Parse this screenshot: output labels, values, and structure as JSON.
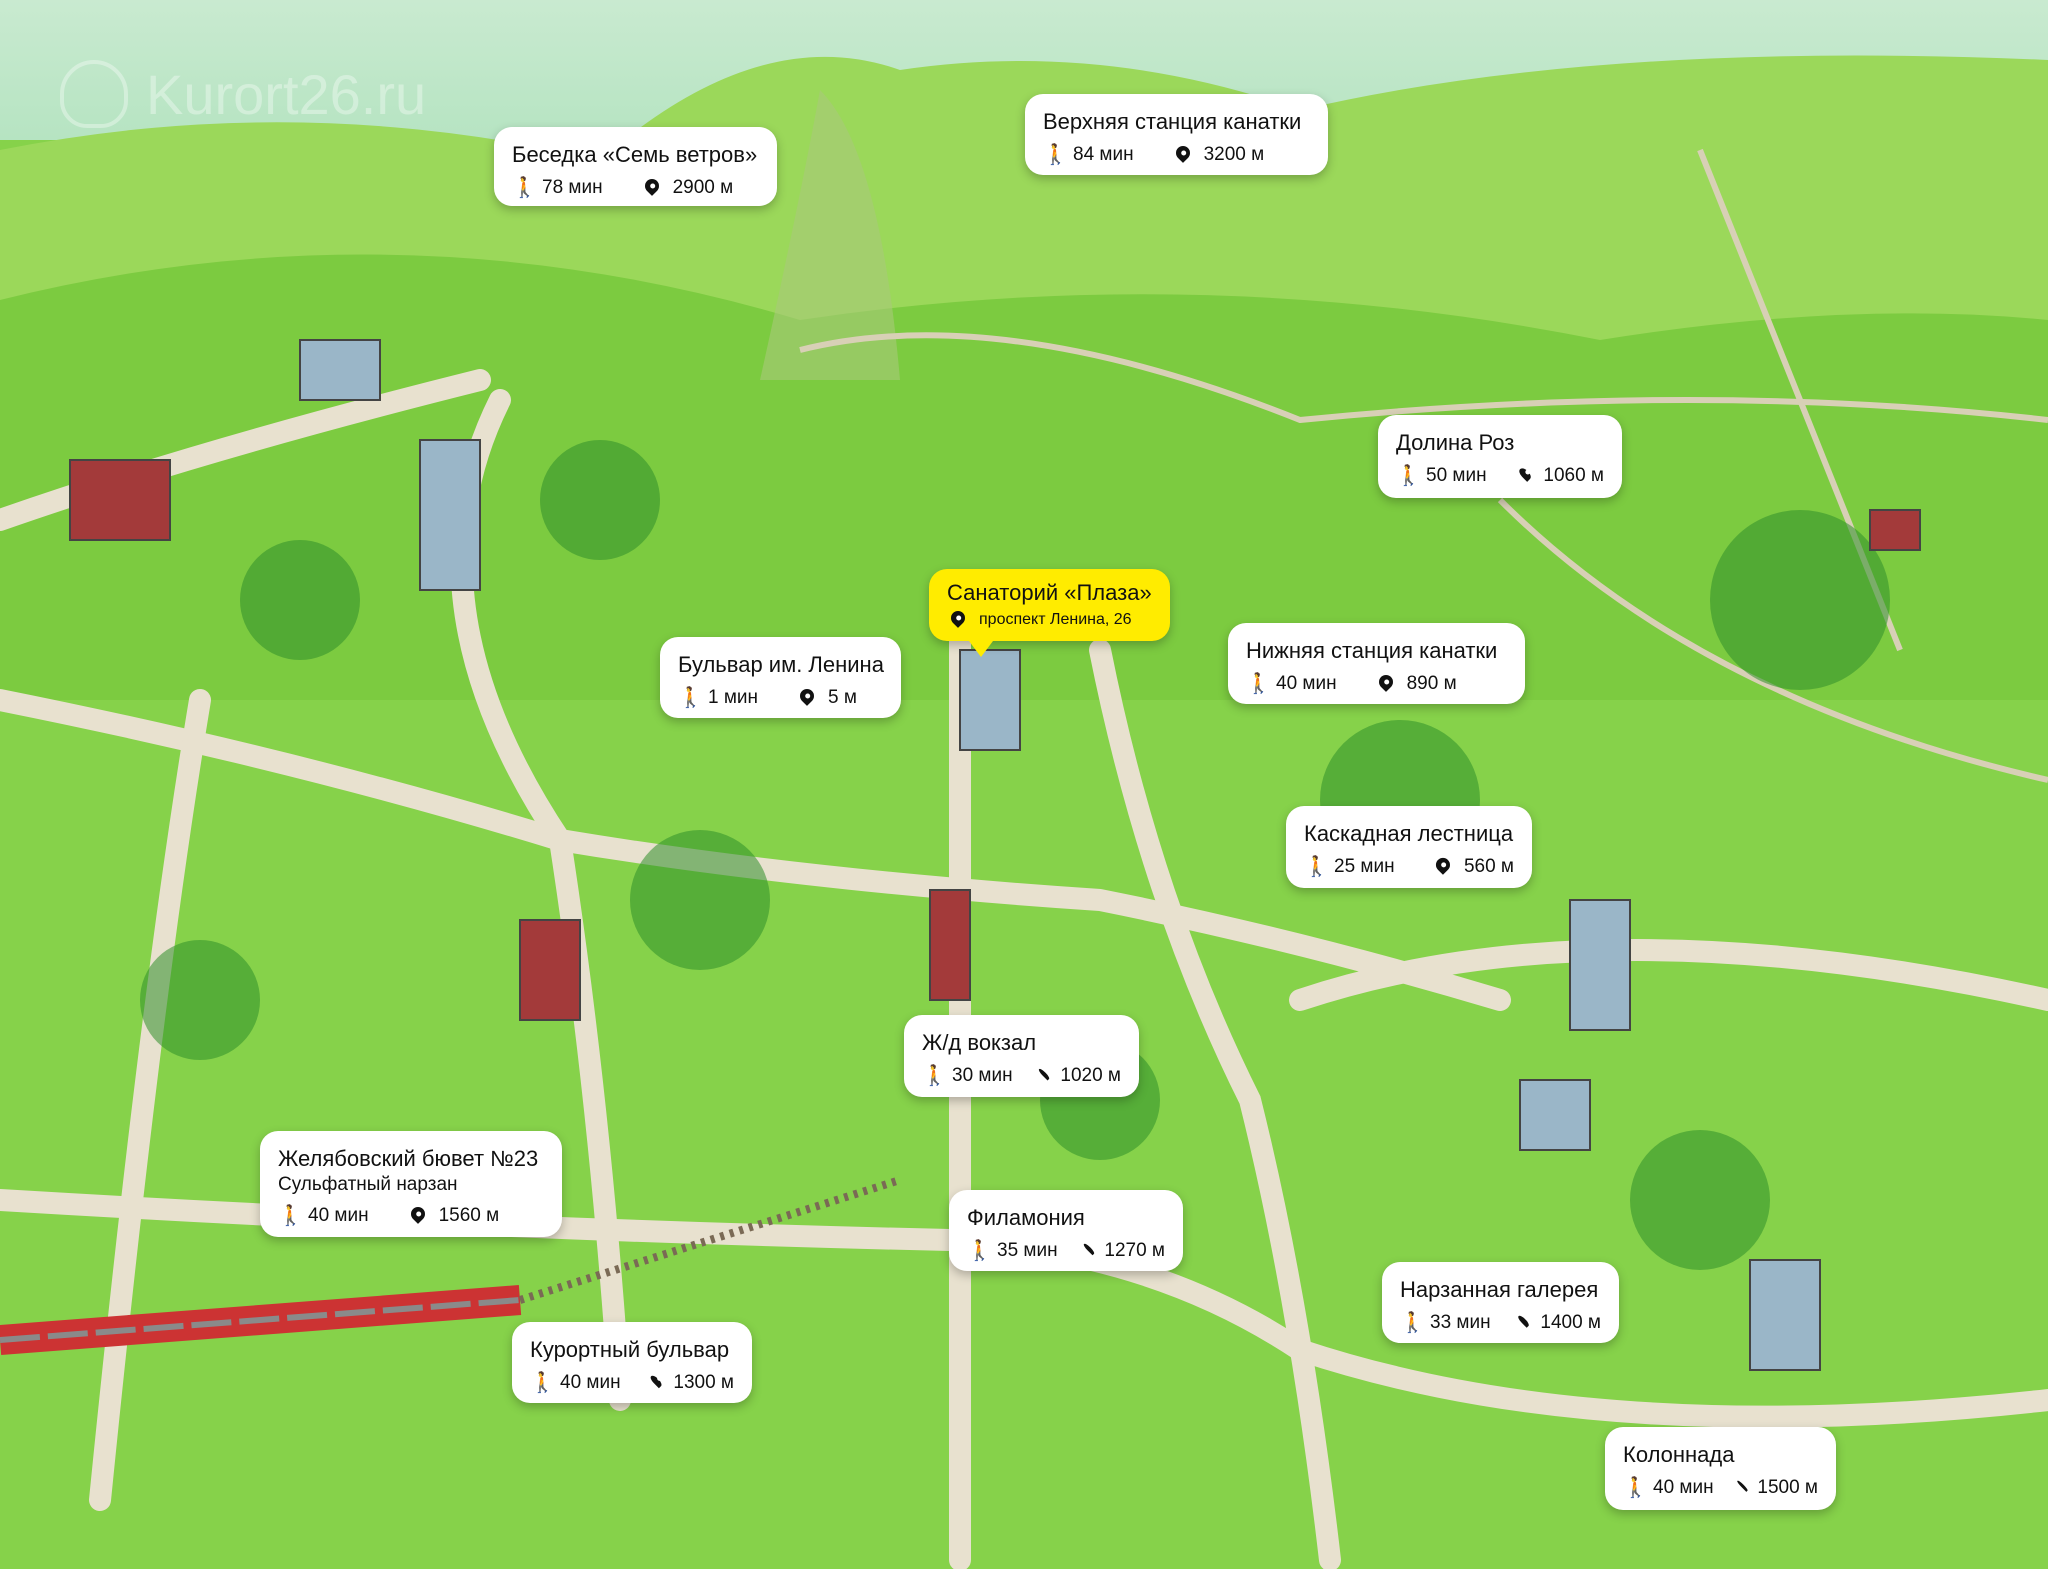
{
  "watermark": "Kurort26.ru",
  "colors": {
    "highlight": "#ffec00",
    "card": "#ffffff",
    "grass": "#7fcf45",
    "road": "#e3dccb"
  },
  "highlight": {
    "title": "Санаторий «Плаза»",
    "address": "проспект Ленина, 26",
    "icon": "location-pin-icon"
  },
  "places": [
    {
      "name": "Беседка «Семь ветров»",
      "time": "78 мин",
      "distance": "2900 м"
    },
    {
      "name": "Верхняя станция канатки",
      "time": "84 мин",
      "distance": "3200 м"
    },
    {
      "name": "Долина Роз",
      "time": "50 мин",
      "distance": "1060 м"
    },
    {
      "name": "Бульвар им. Ленина",
      "time": "1 мин",
      "distance": "5 м"
    },
    {
      "name": "Нижняя станция канатки",
      "time": "40 мин",
      "distance": "890 м"
    },
    {
      "name": "Каскадная лестница",
      "time": "25 мин",
      "distance": "560 м"
    },
    {
      "name": "Ж/д вокзал",
      "time": "30 мин",
      "distance": "1020 м"
    },
    {
      "name": "Желябовский бювет №23",
      "subtitle": "Сульфатный нарзан",
      "time": "40 мин",
      "distance": "1560 м"
    },
    {
      "name": "Филамония",
      "time": "35 мин",
      "distance": "1270 м"
    },
    {
      "name": "Нарзанная галерея",
      "time": "33 мин",
      "distance": "1400 м"
    },
    {
      "name": "Курортный бульвар",
      "time": "40 мин",
      "distance": "1300 м"
    },
    {
      "name": "Колоннада",
      "time": "40 мин",
      "distance": "1500 м"
    }
  ]
}
